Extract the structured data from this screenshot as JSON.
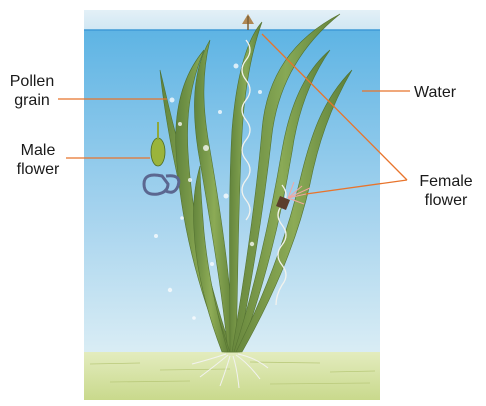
{
  "labels": {
    "pollen_line1": "Pollen",
    "pollen_line2": "grain",
    "male_line1": "Male",
    "male_line2": "flower",
    "water": "Water",
    "female_line1": "Female",
    "female_line2": "flower"
  },
  "colors": {
    "water_top": "#5eb4e4",
    "water_bottom": "#dceef5",
    "leaf": "#6f8f3a",
    "leader_line": "#e8742c",
    "sediment": "#d6e2a4"
  }
}
